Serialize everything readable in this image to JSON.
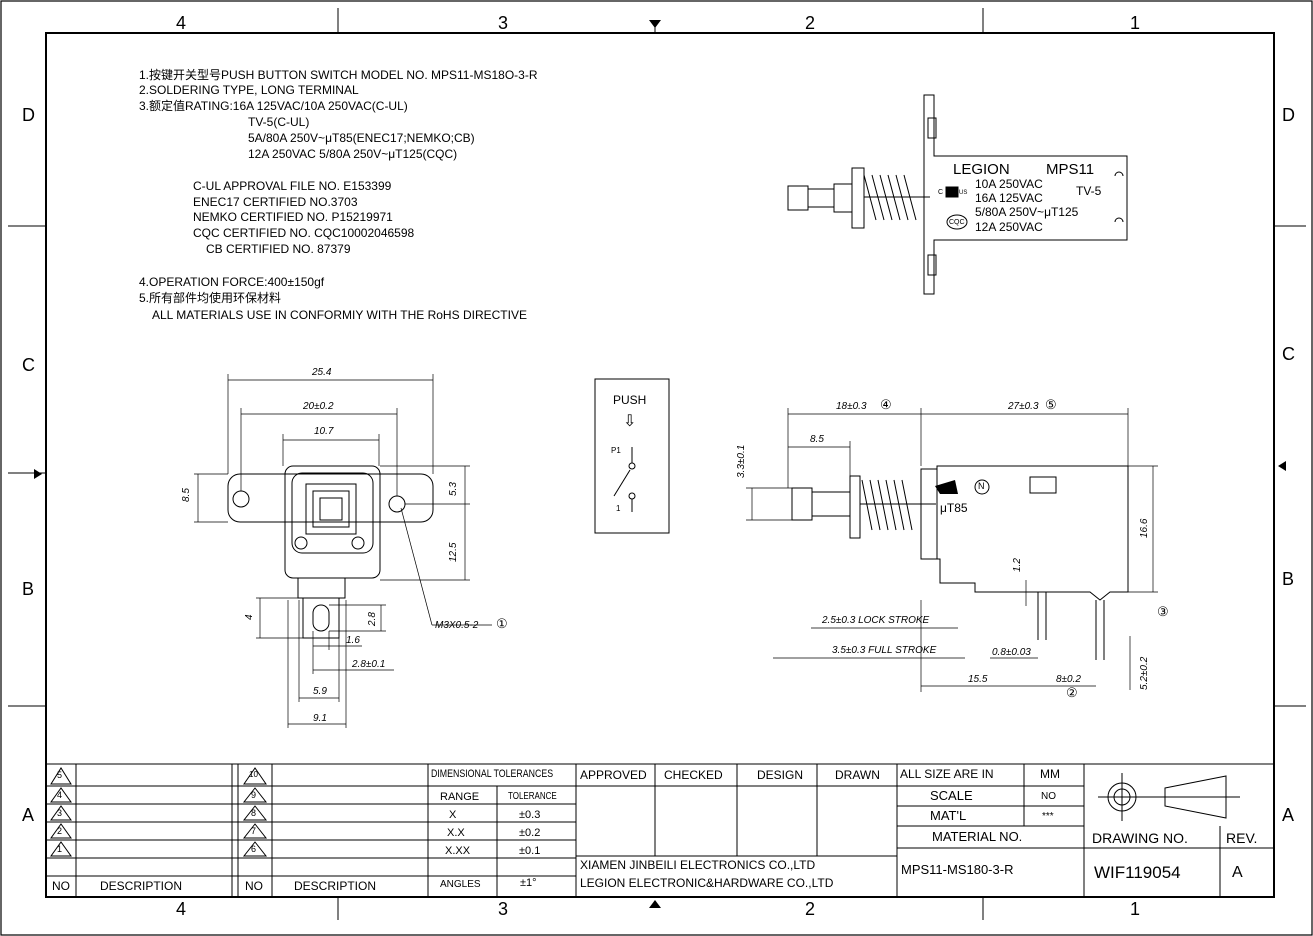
{
  "border": {
    "top_zones": [
      "4",
      "3",
      "2",
      "1"
    ],
    "bottom_zones": [
      "4",
      "3",
      "2",
      "1"
    ],
    "left_rows": [
      "D",
      "C",
      "B",
      "A"
    ],
    "right_rows": [
      "D",
      "C",
      "B",
      "A"
    ]
  },
  "notes": {
    "line1": "1.按键开关型号PUSH BUTTON SWITCH MODEL NO. MPS11-MS18O-3-R",
    "line2": "2.SOLDERING TYPE, LONG TERMINAL",
    "line3": "3.额定值RATING:16A 125VAC/10A 250VAC(C-UL)",
    "line3b": "TV-5(C-UL)",
    "line3c": "5A/80A 250V~μT85(ENEC17;NEMKO;CB)",
    "line3d": "12A 250VAC 5/80A 250V~μT125(CQC)",
    "cert1": "C-UL APPROVAL FILE NO. E153399",
    "cert2": "ENEC17 CERTIFIED NO.3703",
    "cert3": "NEMKO CERTIFIED NO. P15219971",
    "cert4": "CQC CERTIFIED NO. CQC10002046598",
    "cert5": "CB CERTIFIED NO. 87379",
    "line4": "4.OPERATION FORCE:400±150gf",
    "line5": "5.所有部件均使用环保材料",
    "line5b": "ALL MATERIALS USE IN CONFORMIY  WITH THE RoHS DIRECTIVE"
  },
  "label_plate": {
    "brand": "LEGION",
    "model": "MPS11",
    "r1": "10A 250VAC",
    "r2": "16A 125VAC",
    "r3": "5/80A 250V~μT125",
    "r4": "12A 250VAC",
    "tv": "TV-5",
    "cqc": "CQC",
    "cul_c": "C",
    "cul_us": "US"
  },
  "front_view": {
    "d_25_4": "25.4",
    "d_20": "20±0.2",
    "d_10_7": "10.7",
    "d_8_5": "8.5",
    "d_5_3": "5.3",
    "d_12_5": "12.5",
    "d_4": "4",
    "d_2_8": "2.8",
    "d_1_6": "1.6",
    "d_2_8b": "2.8±0.1",
    "d_5_9": "5.9",
    "d_9_1": "9.1",
    "screw": "M3X0.5-2",
    "screw_mark": "①"
  },
  "schematic": {
    "push": "PUSH",
    "arrow": "⇩",
    "p1": "P1",
    "one": "1"
  },
  "side_view": {
    "d_18": "18±0.3",
    "m4": "④",
    "d_27": "27±0.3",
    "m5": "⑤",
    "d_8_5": "8.5",
    "d_3_3": "3.3±0.1",
    "d_16_6": "16.6",
    "d_1_2": "1.2",
    "lock": "2.5±0.3  LOCK  STROKE",
    "full": "3.5±0.3  FULL  STROKE",
    "d_0_8": "0.8±0.03",
    "d_15_5": "15.5",
    "d_8b": "8±0.2",
    "m2": "②",
    "m3": "③",
    "d_5_2": "5.2±0.2",
    "n": "N",
    "ut85": "μT85"
  },
  "title_block": {
    "rev_marks_left": [
      "5",
      "4",
      "3",
      "2",
      "1"
    ],
    "rev_marks_right": [
      "10",
      "9",
      "8",
      "7",
      "6"
    ],
    "no": "NO",
    "description": "DESCRIPTION",
    "dim_tol": "DIMENSIONAL  TOLERANCES",
    "range": "RANGE",
    "tolerance": "TOLERANCE",
    "tol_rows": [
      {
        "range": "X",
        "tol": "±0.3"
      },
      {
        "range": "X.X",
        "tol": "±0.2"
      },
      {
        "range": "X.XX",
        "tol": "±0.1"
      },
      {
        "range": "ANGLES",
        "tol": "±1°"
      }
    ],
    "approved": "APPROVED",
    "checked": "CHECKED",
    "design": "DESIGN",
    "drawn": "DRAWN",
    "company1": "XIAMEN JINBEILI ELECTRONICS CO.,LTD",
    "company2": "LEGION ELECTRONIC&HARDWARE CO.,LTD",
    "all_size": "ALL SIZE ARE IN",
    "mm": "MM",
    "scale": "SCALE",
    "scale_val": "NO",
    "matl": "MAT'L",
    "matl_val": "***",
    "material_no": "MATERIAL  NO.",
    "material_val": "MPS11-MS180-3-R",
    "drawing_no": "DRAWING NO.",
    "rev": "REV.",
    "drawing_val": "WIF119054",
    "rev_val": "A"
  }
}
